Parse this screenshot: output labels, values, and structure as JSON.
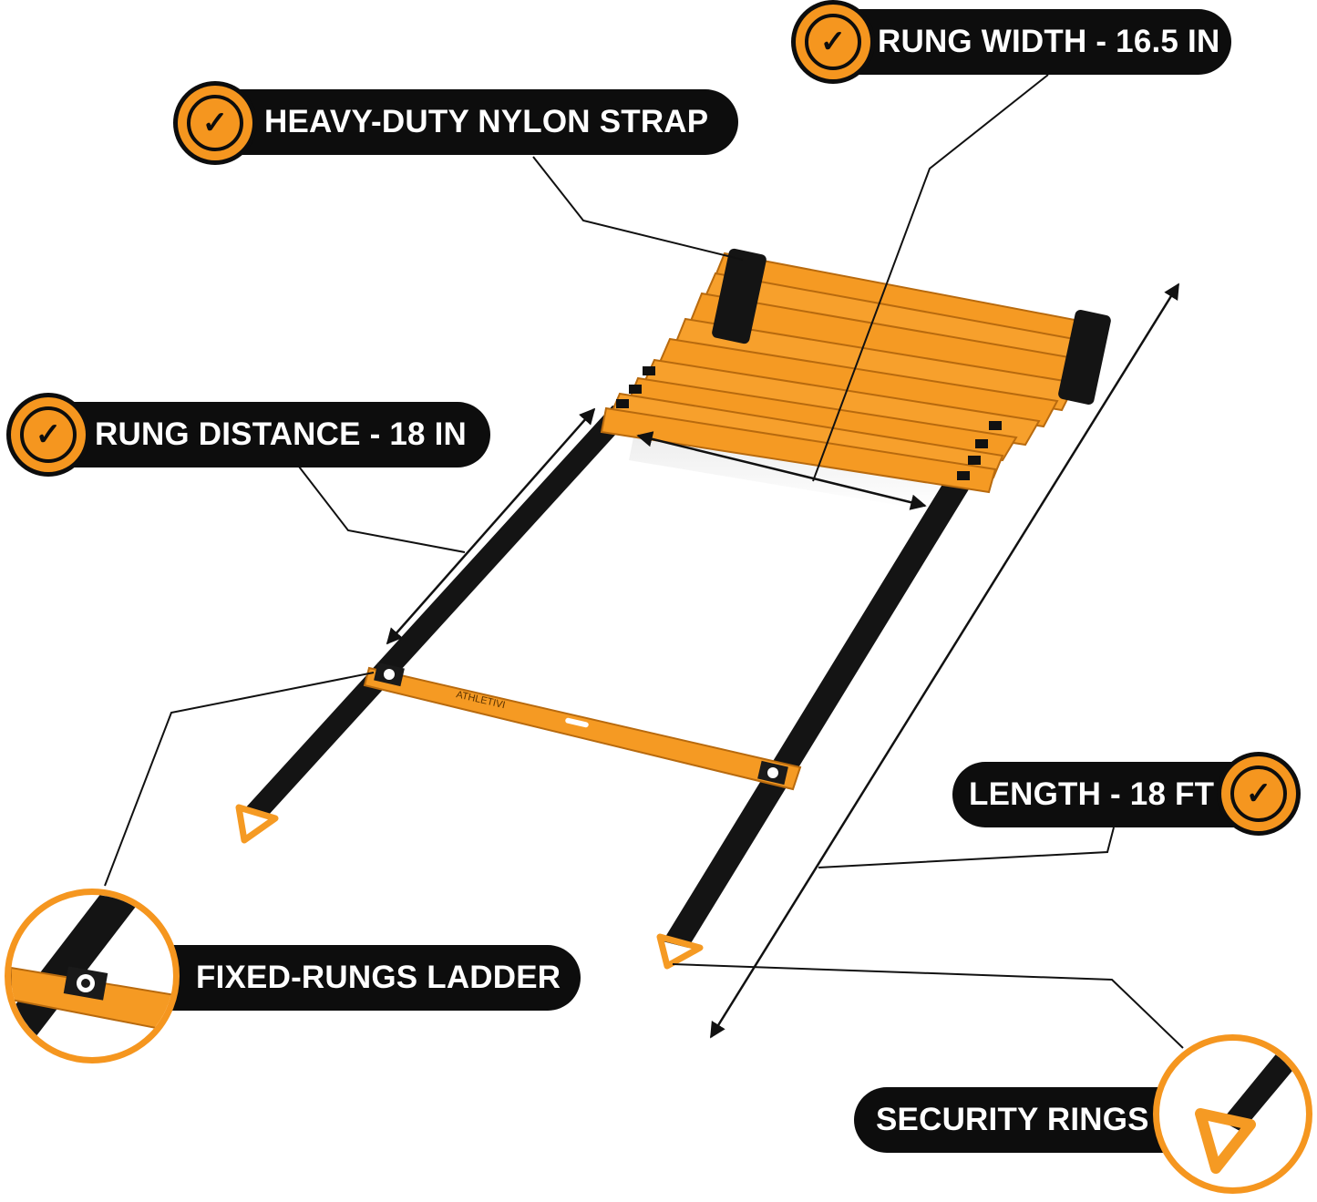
{
  "callouts": {
    "nylon_strap": "HEAVY-DUTY NYLON STRAP",
    "rung_width": "RUNG WIDTH - 16.5 IN",
    "rung_distance": "RUNG DISTANCE - 18 IN",
    "length": "LENGTH - 18 FT",
    "fixed_rungs": "FIXED-RUNGS LADDER",
    "security_rings": "SECURITY RINGS"
  },
  "brand": {
    "name": "ATHLETIVI"
  },
  "icons": {
    "check": "check-icon"
  },
  "colors": {
    "accent": "#f5961f",
    "pill": "#0d0d0d",
    "background": "#ffffff"
  }
}
